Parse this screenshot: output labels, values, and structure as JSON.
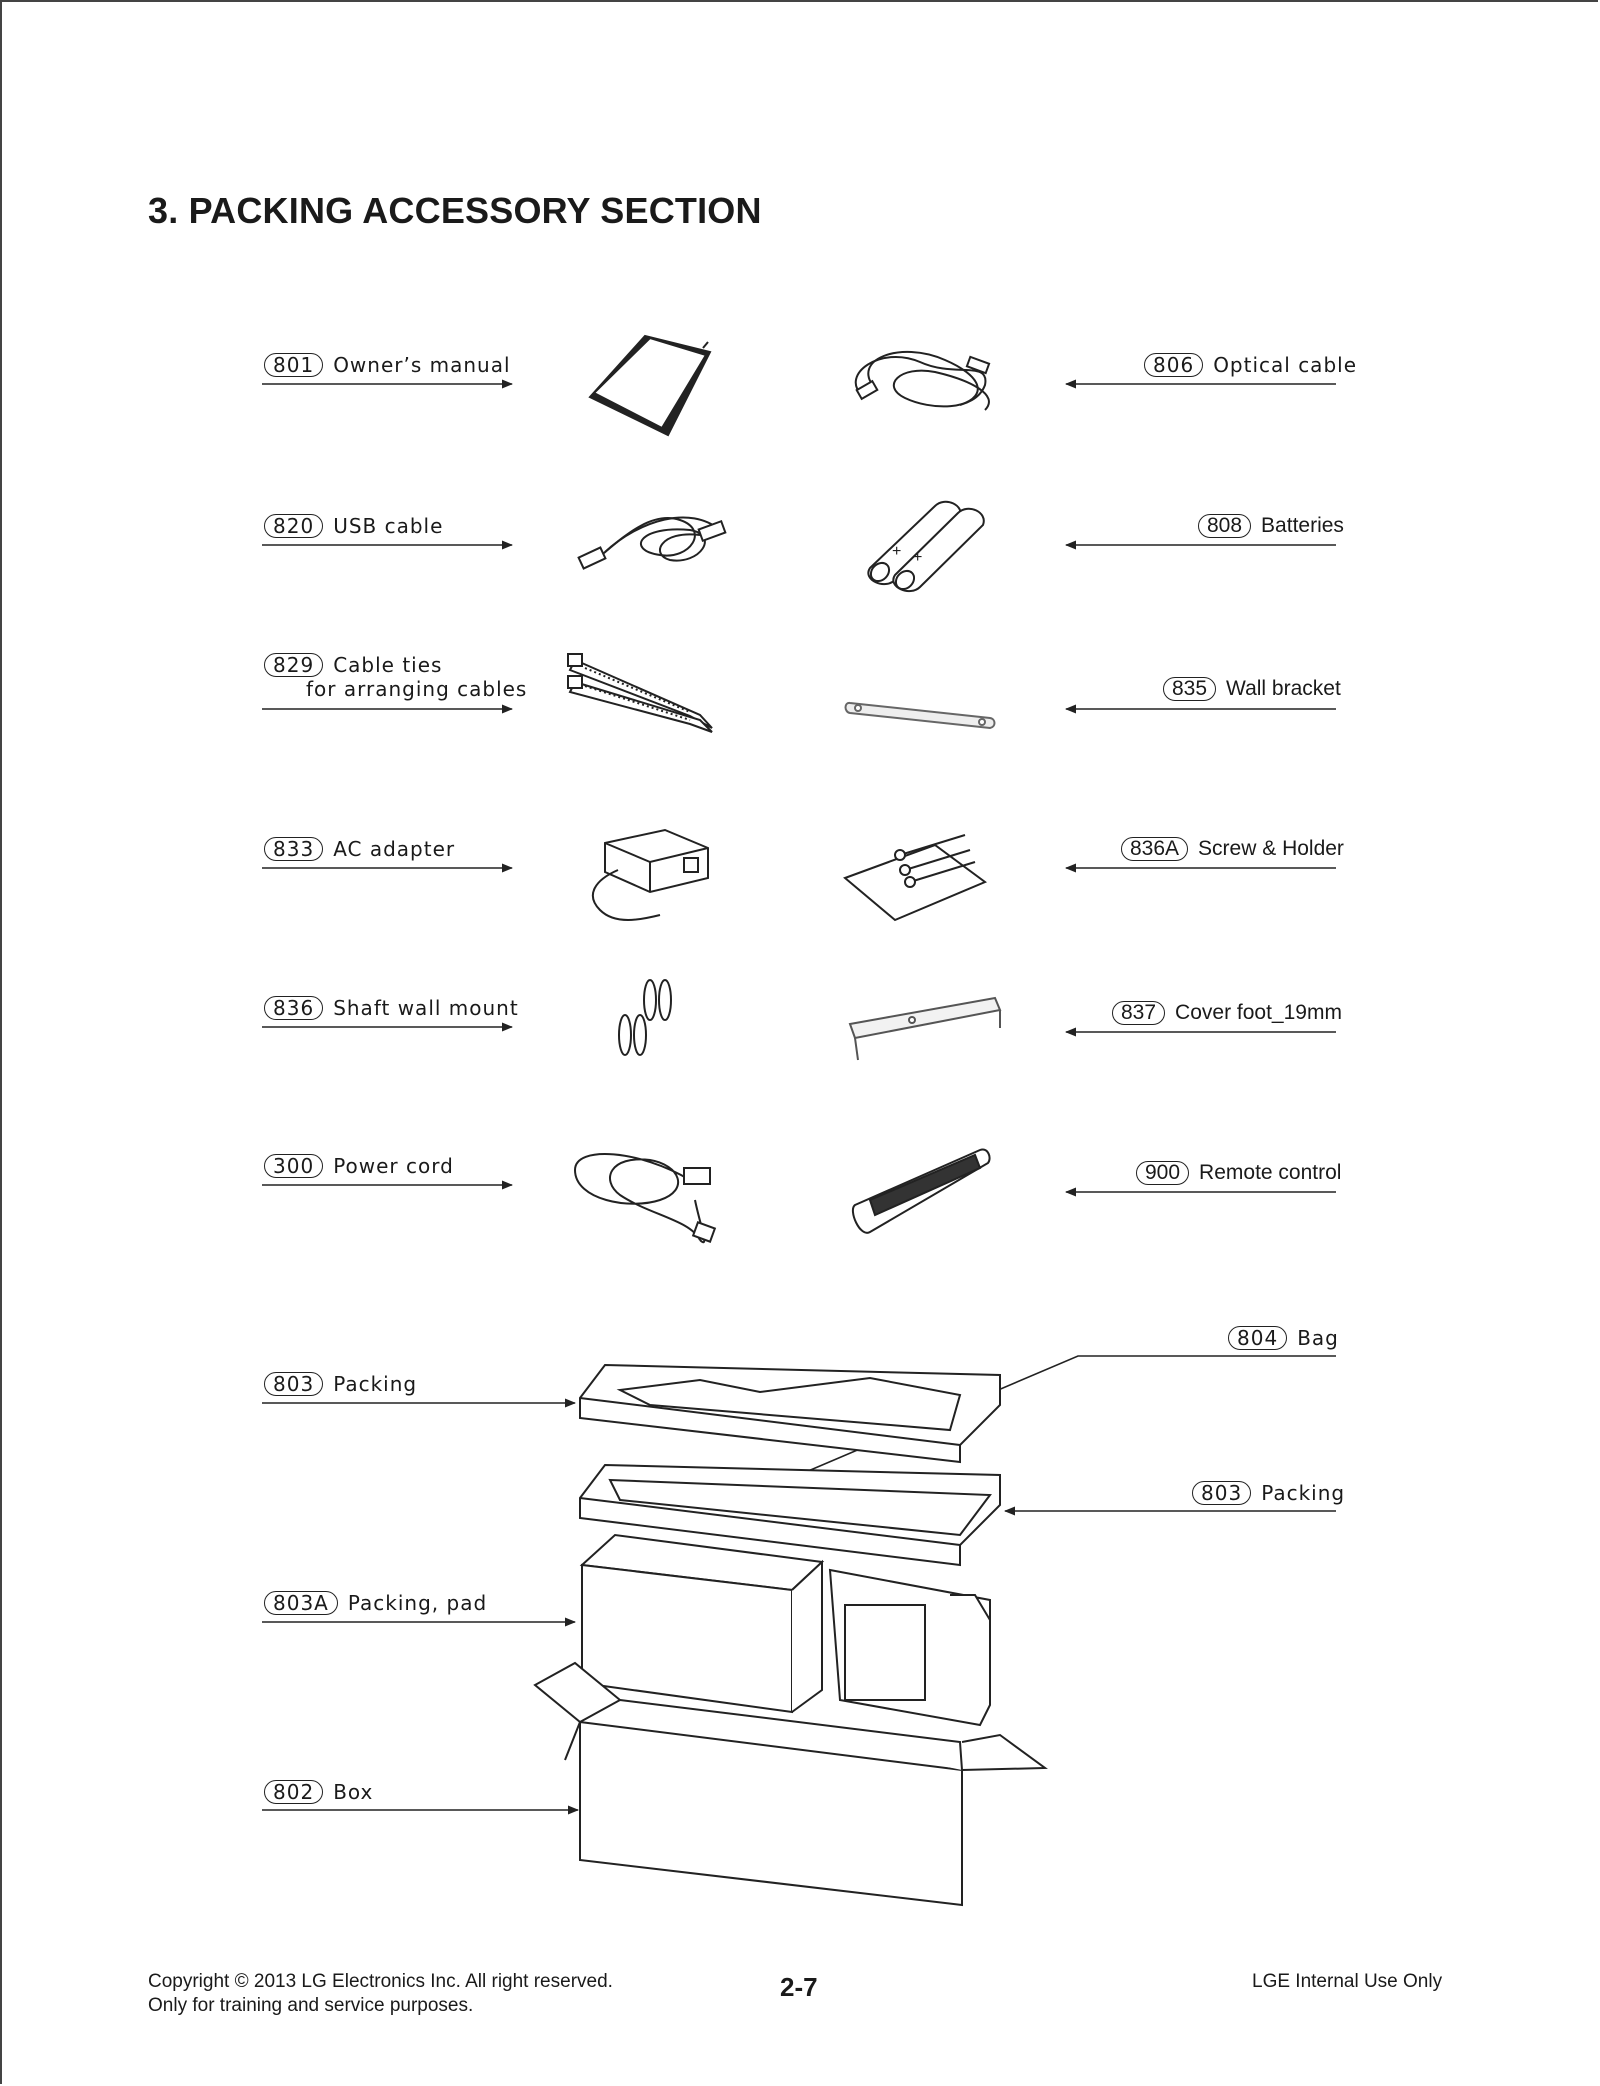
{
  "title": "3. PACKING ACCESSORY SECTION",
  "parts": [
    {
      "code": "801",
      "desc": "Owner’s manual"
    },
    {
      "code": "820",
      "desc": "USB cable"
    },
    {
      "code": "829",
      "desc": "Cable ties",
      "desc2": "for arranging cables"
    },
    {
      "code": "833",
      "desc": "AC adapter"
    },
    {
      "code": "836",
      "desc": "Shaft wall mount"
    },
    {
      "code": "300",
      "desc": "Power cord"
    },
    {
      "code": "806",
      "desc": "Optical cable"
    },
    {
      "code": "808",
      "desc": "Batteries"
    },
    {
      "code": "835",
      "desc": "Wall bracket"
    },
    {
      "code": "836A",
      "desc": "Screw & Holder"
    },
    {
      "code": "837",
      "desc": "Cover foot_19mm"
    },
    {
      "code": "900",
      "desc": "Remote control"
    },
    {
      "code": "804",
      "desc": "Bag"
    },
    {
      "code": "803",
      "desc": "Packing"
    },
    {
      "code": "803",
      "desc": "Packing"
    },
    {
      "code": "803A",
      "desc": "Packing, pad"
    },
    {
      "code": "802",
      "desc": "Box"
    }
  ],
  "footer": {
    "copyright": "Copyright © 2013 LG Electronics Inc. All right reserved.",
    "purpose": "Only for training and service purposes.",
    "page": "2-7",
    "internal": "LGE Internal Use Only"
  }
}
